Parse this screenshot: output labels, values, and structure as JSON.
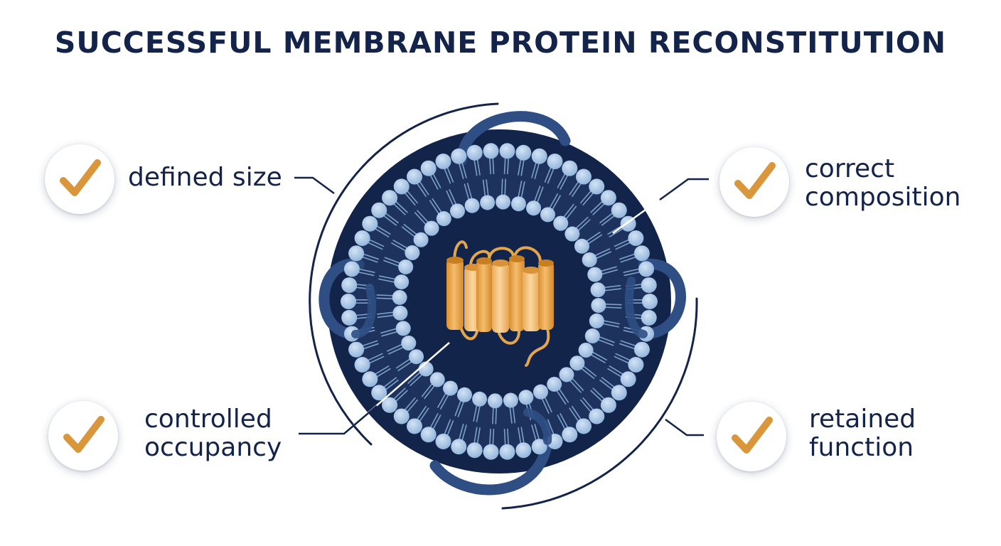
{
  "title": "SUCCESSFUL MEMBRANE PROTEIN RECONSTITUTION",
  "criteria": {
    "defined_size": "defined size",
    "correct_composition_line1": "correct",
    "correct_composition_line2": "composition",
    "controlled_occupancy_line1": "controlled",
    "controlled_occupancy_line2": "occupancy",
    "retained_function_line1": "retained",
    "retained_function_line2": "function"
  },
  "colors": {
    "navy": "#13234a",
    "disc": "#13244b",
    "lipid_head": "#a9c4e2",
    "lipid_tail": "#7d9fc8",
    "scaffold_belt": "#2f4f84",
    "protein": "#e4a64c",
    "check": "#d9963a"
  },
  "icons": [
    "check-icon",
    "nanodisc-icon",
    "membrane-protein-icon"
  ]
}
